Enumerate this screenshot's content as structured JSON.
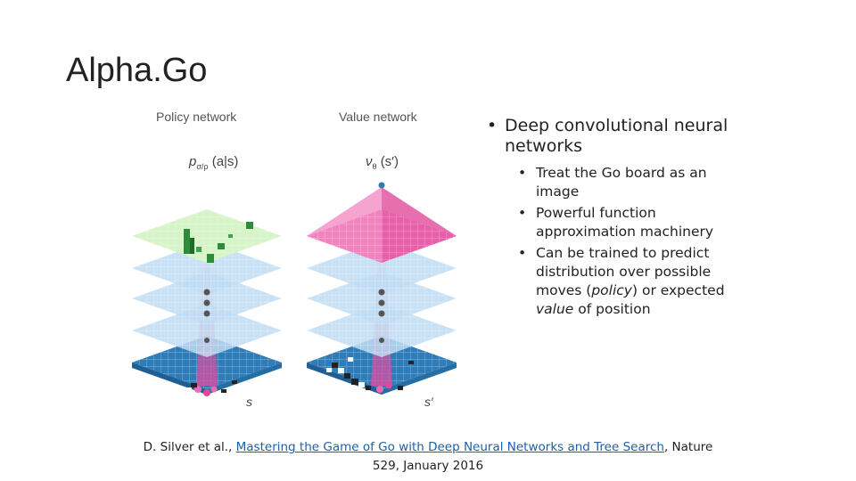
{
  "slide": {
    "title": "Alpha.Go"
  },
  "figure": {
    "policy_label": "Policy network",
    "value_label": "Value network",
    "policy_formula_main": "p",
    "policy_formula_sub": "σ/ρ",
    "policy_formula_args": "(a|s)",
    "value_formula_main": "ν",
    "value_formula_sub": "θ",
    "value_formula_args": "(s′)",
    "policy_state": "s",
    "value_state": "s′",
    "colors": {
      "policy_top": "#d7f3c8",
      "value_top": "#f07ab8",
      "hidden_layer": "#bfdcf2",
      "board": "#2e7cb8",
      "stone_green": "#2e8b3a"
    }
  },
  "bullets": {
    "main": "Deep convolutional neural networks",
    "sub": [
      {
        "text": "Treat the Go board as an image"
      },
      {
        "pre": "Powerful function approximation machinery"
      },
      {
        "pre": "Can be trained to predict distribution over possible moves (",
        "em1": "policy",
        "mid": ") or expected ",
        "em2": "value",
        "post": " of position"
      }
    ]
  },
  "citation": {
    "prefix": "D. Silver et al., ",
    "link_text": "Mastering the Game of Go with Deep Neural Networks and Tree Search",
    "suffix": ", Nature 529, January 2016"
  }
}
